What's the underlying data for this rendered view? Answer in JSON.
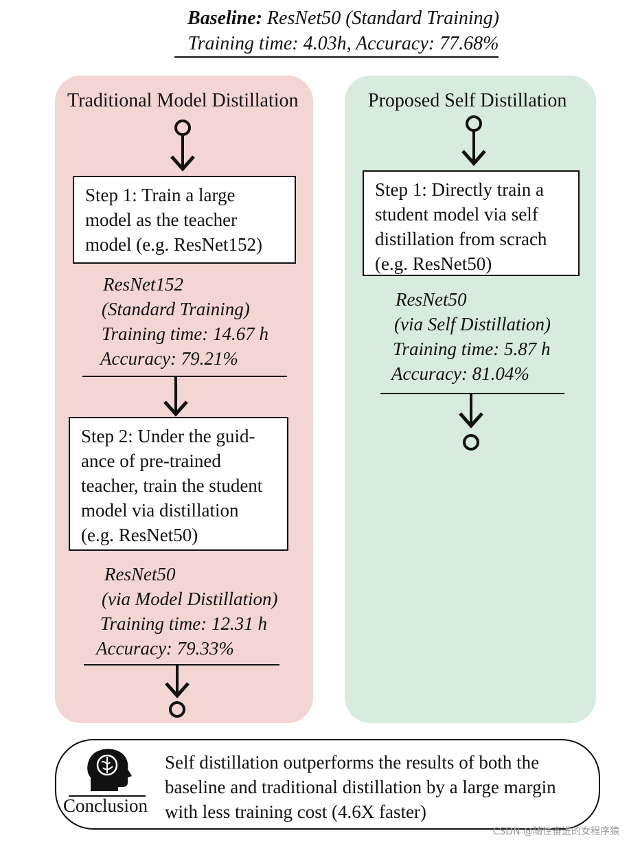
{
  "header": {
    "baseline_label": "Baseline:",
    "baseline_model": "ResNet50 (Standard Training)",
    "baseline_stats": "Training time: 4.03h, Accuracy: 77.68%"
  },
  "left_panel": {
    "title": "Traditional Model Distillation",
    "color": "#f3d6d4",
    "step1_lines": [
      "Step 1: Train a large",
      "model as the teacher",
      "model (e.g. ResNet152)"
    ],
    "result1_lines": [
      "ResNet152",
      "(Standard Training)",
      "Training time: 14.67 h",
      "Accuracy: 79.21%"
    ],
    "step2_lines": [
      "Step 2: Under the guid-",
      "ance of pre-trained",
      "teacher, train the student",
      "model via distillation",
      "(e.g. ResNet50)"
    ],
    "result2_lines": [
      "ResNet50",
      "(via Model Distillation)",
      "Training time: 12.31 h",
      "Accuracy: 79.33%"
    ]
  },
  "right_panel": {
    "title": "Proposed Self Distillation",
    "color": "#d7ebde",
    "step1_lines": [
      "Step 1: Directly train a",
      "student model via self",
      "distillation from scrach",
      "(e.g. ResNet50)"
    ],
    "result1_lines": [
      "ResNet50",
      "(via Self Distillation)",
      "Training time: 5.87 h",
      "Accuracy: 81.04%"
    ]
  },
  "conclusion": {
    "label": "Conclusion",
    "icon": "brain-head-icon",
    "text_lines": [
      "Self distillation outperforms the results of both the",
      "baseline and traditional distillation by a large margin",
      "with less training cost (4.6X faster)"
    ]
  },
  "watermark": "CSDN @随性奋进的女程序猿"
}
